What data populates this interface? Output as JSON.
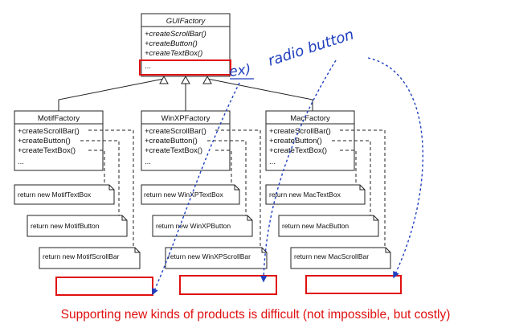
{
  "abstract_factory": {
    "name": "GUIFactory",
    "methods": [
      "+createScrollBar()",
      "+createButton()",
      "+createTextBox()",
      "..."
    ]
  },
  "concrete_factories": [
    {
      "name": "MotifFactory",
      "methods": [
        "+createScrollBar()",
        "+createButton()",
        "+createTextBox()",
        "..."
      ],
      "notes": [
        "return new MotifTextBox",
        "return new MotifButton",
        "return new MotifScrollBar"
      ]
    },
    {
      "name": "WinXPFactory",
      "methods": [
        "+createScrollBar()",
        "+createButton()",
        "+createTextBox()",
        "..."
      ],
      "notes": [
        "return new WinXPTextBox",
        "return new WinXPButton",
        "return new WinXPScrollBar"
      ]
    },
    {
      "name": "MacFactory",
      "methods": [
        "+createScrollBar()",
        "+createButton()",
        "+createTextBox()",
        "..."
      ],
      "notes": [
        "return new MacTextBox",
        "return new MacButton",
        "return new MacScrollBar"
      ]
    }
  ],
  "handwriting": {
    "prefix": "ex)",
    "text": "radio button"
  },
  "caption": "Supporting new kinds of products is difficult (not impossible, but costly)",
  "colors": {
    "highlight": "#e01010",
    "handwriting": "#1f3fbf",
    "line": "#222222"
  }
}
